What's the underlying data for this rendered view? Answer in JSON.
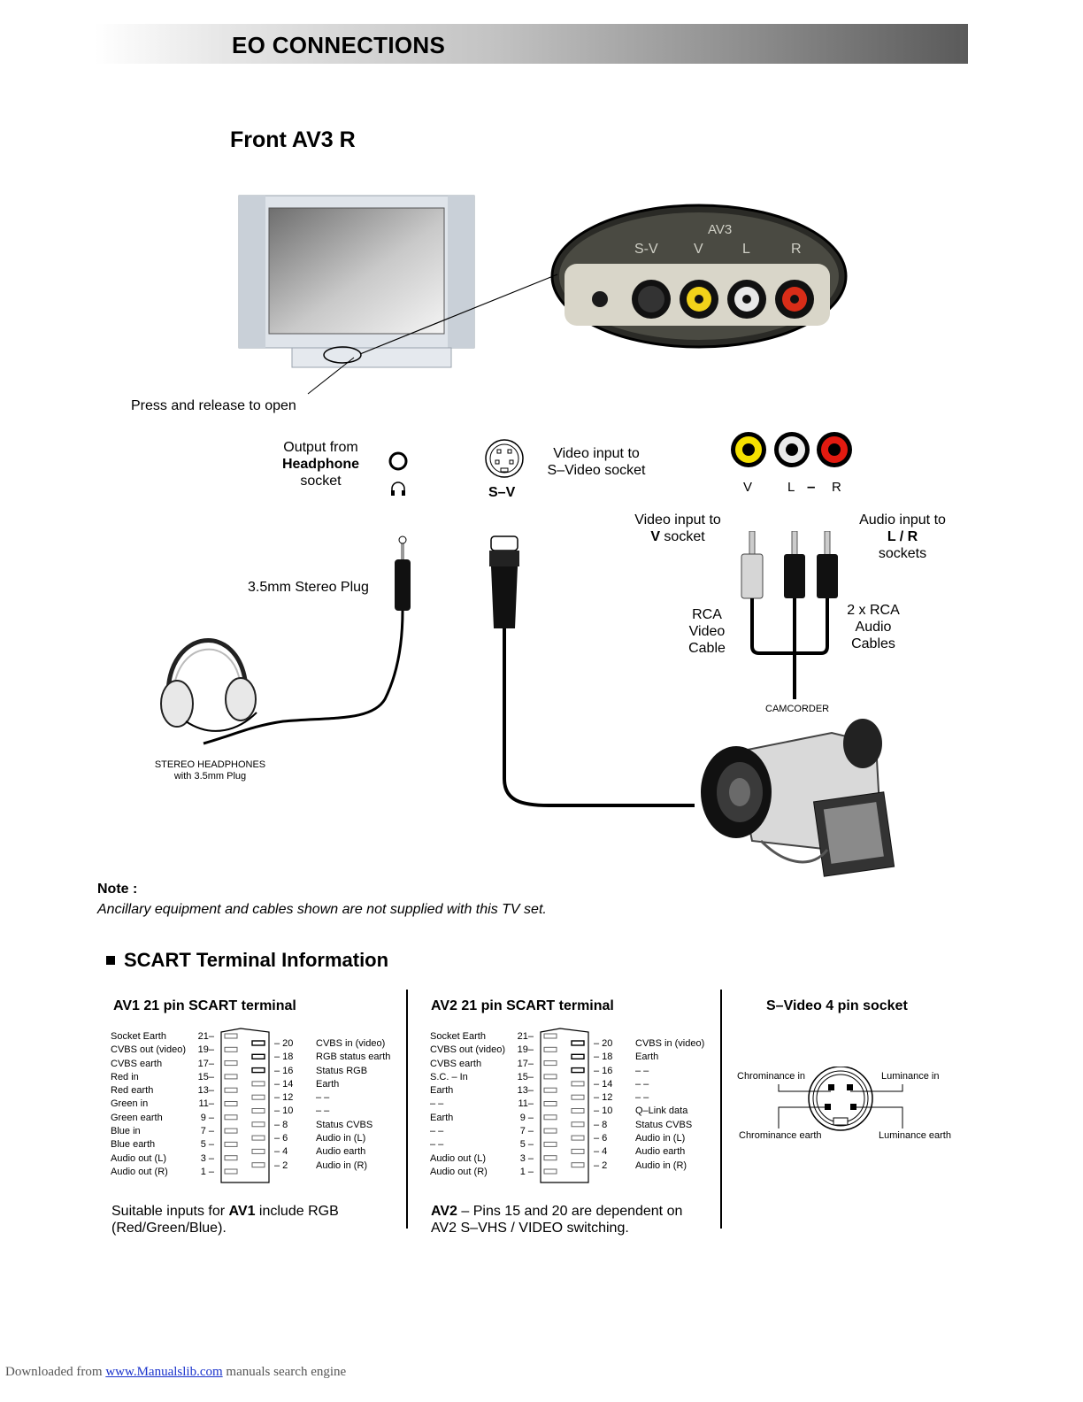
{
  "header": {
    "title": "EO CONNECTIONS"
  },
  "section": {
    "title": "Front AV3 R"
  },
  "panel": {
    "av3_label": "AV3",
    "sv": "S-V",
    "v": "V",
    "l": "L",
    "r": "R"
  },
  "diagram": {
    "press_release": "Press and release to open",
    "output_from": "Output from",
    "headphone": "Headphone",
    "socket": "socket",
    "sv_label": "S–V",
    "video_input_line1": "Video input to",
    "video_input_line2": "S–Video socket",
    "rca_v": "V",
    "rca_l": "L",
    "rca_dash": "–",
    "rca_r": "R",
    "video_v_line1": "Video input to",
    "video_v_bold": "V",
    "video_v_rest": " socket",
    "audio_line1": "Audio input to",
    "audio_bold": "L / R",
    "audio_line3": "sockets",
    "plug_label": "3.5mm Stereo Plug",
    "rca_video_1": "RCA",
    "rca_video_2": "Video",
    "rca_video_3": "Cable",
    "rca_audio_1": "2 x RCA",
    "rca_audio_2": "Audio",
    "rca_audio_3": "Cables",
    "camcorder": "CAMCORDER",
    "headphones_1": "STEREO HEADPHONES",
    "headphones_2": "with 3.5mm Plug"
  },
  "note": {
    "title": "Note :",
    "text": "Ancillary equipment and cables shown are not supplied with this TV set."
  },
  "scart": {
    "title": "SCART Terminal Information",
    "av1": {
      "title": "AV1 21 pin SCART terminal",
      "left_labels": [
        "Socket Earth",
        "CVBS out (video)",
        "CVBS earth",
        "Red in",
        "Red earth",
        "Green in",
        "Green earth",
        "Blue in",
        "Blue earth",
        "Audio out (L)",
        "Audio out (R)"
      ],
      "left_nums": [
        "21–",
        "19–",
        "17–",
        "15–",
        "13–",
        "11–",
        "9  –",
        "7  –",
        "5  –",
        "3  –",
        "1  –"
      ],
      "right_nums": [
        "– 20",
        "– 18",
        "– 16",
        "– 14",
        "– 12",
        "– 10",
        "– 8",
        "– 6",
        "– 4",
        "– 2"
      ],
      "right_labels": [
        "CVBS in (video)",
        "RGB status earth",
        "Status RGB",
        "Earth",
        "– –",
        "– –",
        "Status CVBS",
        "Audio in (L)",
        "Audio earth",
        "Audio in (R)"
      ],
      "foot_prefix": "Suitable inputs for ",
      "foot_bold": "AV1",
      "foot_suffix": " include RGB",
      "foot_line2": "(Red/Green/Blue)."
    },
    "av2": {
      "title": "AV2 21 pin SCART terminal",
      "left_labels": [
        "Socket Earth",
        "CVBS out (video)",
        "CVBS earth",
        "S.C. – In",
        "Earth",
        "– –",
        "Earth",
        "– –",
        "– –",
        "Audio out (L)",
        "Audio out (R)"
      ],
      "left_nums": [
        "21–",
        "19–",
        "17–",
        "15–",
        "13–",
        "11–",
        "9  –",
        "7  –",
        "5  –",
        "3  –",
        "1  –"
      ],
      "right_nums": [
        "– 20",
        "– 18",
        "– 16",
        "– 14",
        "– 12",
        "– 10",
        "– 8",
        "– 6",
        "– 4",
        "– 2"
      ],
      "right_labels": [
        "CVBS in (video)",
        "Earth",
        "– –",
        "– –",
        "– –",
        "Q–Link data",
        "Status CVBS",
        "Audio in (L)",
        "Audio earth",
        "Audio in (R)"
      ],
      "foot_bold": "AV2",
      "foot_suffix": " – Pins 15 and 20 are dependent on",
      "foot_line2": "AV2 S–VHS / VIDEO switching."
    },
    "svideo": {
      "title": "S–Video 4 pin socket",
      "chroma_in": "Chrominance  in",
      "luma_in": "Luminance in",
      "chroma_earth": "Chrominance earth",
      "luma_earth": "Luminance earth"
    }
  },
  "footer": {
    "prefix": "Downloaded from ",
    "link": "www.Manualslib.com",
    "suffix": "  manuals search engine"
  }
}
